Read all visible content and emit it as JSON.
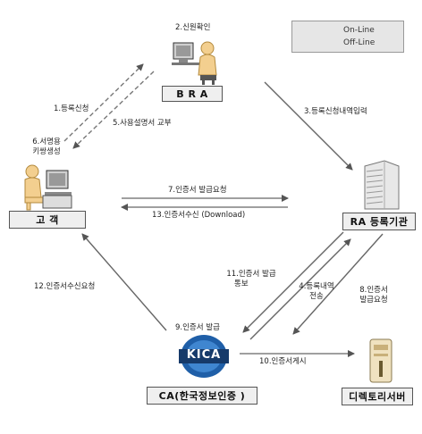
{
  "legend": {
    "online": "On-Line",
    "offline": "Off-Line"
  },
  "nodes": {
    "bra": "B R A",
    "customer": "고 객",
    "ra": "RA 등록기관",
    "ca": "CA(한국정보인증 )",
    "directory": "디렉토리서버",
    "kica_logo": "KICA"
  },
  "steps": {
    "s1": "1.등록신청",
    "s2": "2.신원확인",
    "s3": "3.등록신청내역입력",
    "s4a": "4.등록내역",
    "s4b": "전송",
    "s5": "5.사용설명서 교부",
    "s6a": "6.서명용",
    "s6b": "키쌍생성",
    "s7": "7.인증서 발급요청",
    "s8a": "8.인증서",
    "s8b": "발급요청",
    "s9": "9.인증서 발급",
    "s10": "10.인증서게시",
    "s11a": "11.인증서 발급",
    "s11b": "통보",
    "s12": "12.인증서수신요청",
    "s13": "13.인증서수신 (Download)"
  }
}
